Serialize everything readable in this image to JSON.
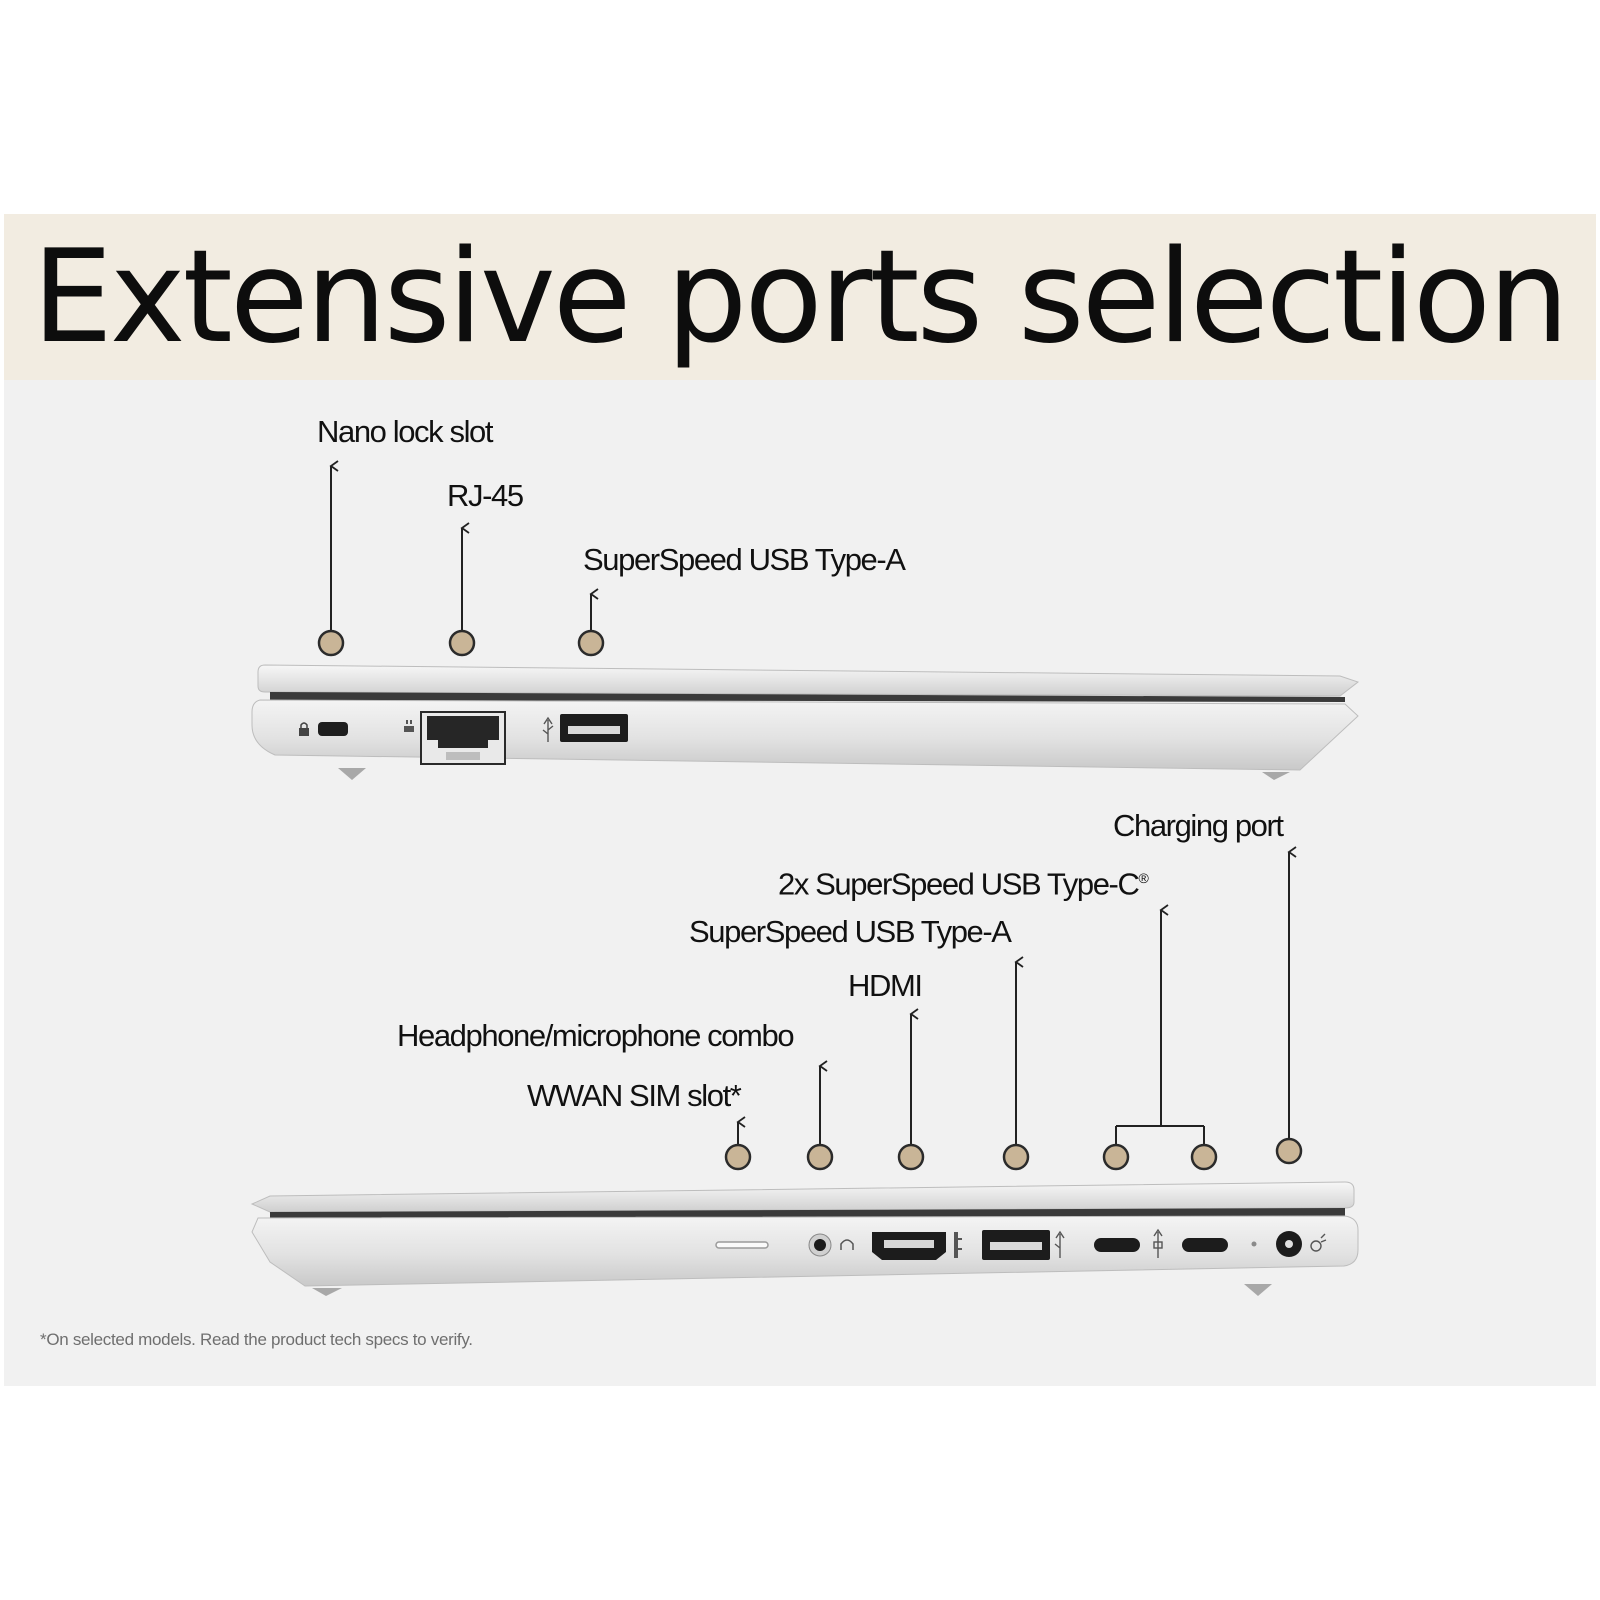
{
  "title": "Extensive ports selection",
  "top_view": {
    "labels": {
      "nano_lock": "Nano lock slot",
      "rj45": "RJ-45",
      "usb_a": "SuperSpeed USB Type-A"
    }
  },
  "bottom_view": {
    "labels": {
      "charging": "Charging port",
      "usb_c": "2x SuperSpeed USB Type-C",
      "usb_c_mark": "®",
      "usb_a": "SuperSpeed USB Type-A",
      "hdmi": "HDMI",
      "audio": "Headphone/microphone combo",
      "sim": "WWAN SIM slot*"
    }
  },
  "footnote": "*On selected models. Read the product tech specs to verify.",
  "colors": {
    "title_band": "#f2ece1",
    "panel": "#f1f1f1",
    "marker": "#c9b597",
    "laptop_body": "#e2e2e2"
  }
}
